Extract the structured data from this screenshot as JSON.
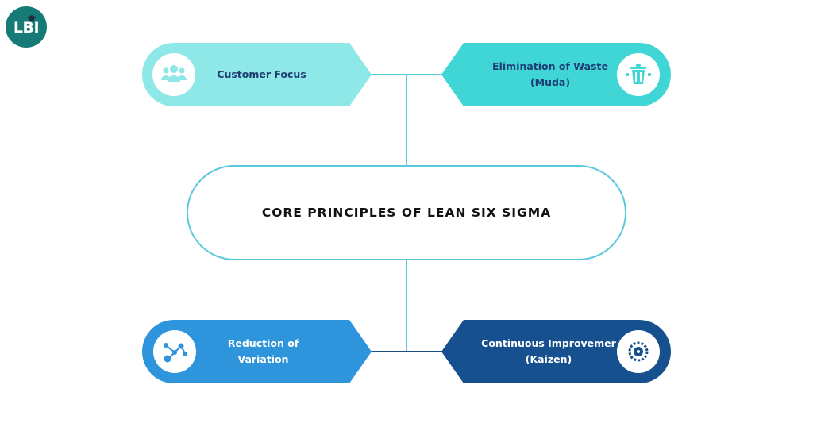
{
  "logo": {
    "text": "LBI",
    "icon": "graduation-cap-icon"
  },
  "center": {
    "title": "CORE PRINCIPLES OF LEAN SIX SIGMA"
  },
  "principles": {
    "customer_focus": {
      "label": "Customer Focus",
      "icon": "people-group-icon",
      "color": "#8ee8e8"
    },
    "elimination_of_waste": {
      "label": "Elimination of Waste (Muda)",
      "icon": "trash-can-icon",
      "color": "#40d6d6"
    },
    "reduction_of_variation": {
      "label": "Reduction of Variation",
      "icon": "process-network-icon",
      "color": "#2e94dc"
    },
    "continuous_improvement": {
      "label": "Continuous Improvemer (Kaizen)",
      "icon": "improvement-cycle-icon",
      "color": "#17508f"
    }
  },
  "colors": {
    "connector_light": "#5ac8dc",
    "connector_dark": "#1b4f86",
    "logo_bg": "#167a76"
  }
}
